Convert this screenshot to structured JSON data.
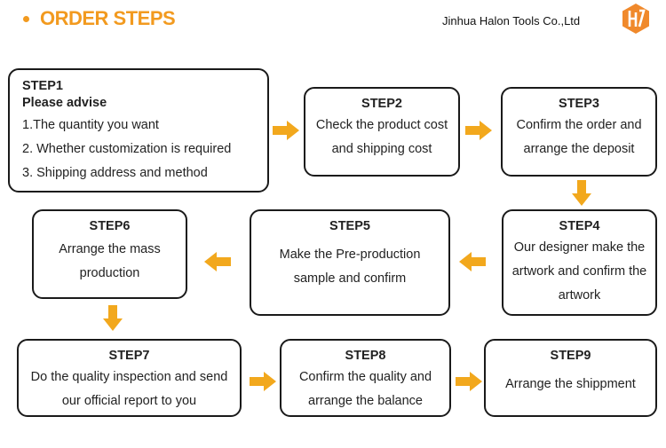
{
  "header": {
    "title": "ORDER STEPS",
    "company": "Jinhua Halon Tools Co.,Ltd",
    "accent_color": "#f29a1f"
  },
  "steps": [
    {
      "label": "STEP1",
      "heading": "Please advise",
      "lines": [
        "1.The quantity you want",
        "2. Whether customization is required",
        "3. Shipping address and method"
      ]
    },
    {
      "label": "STEP2",
      "lines": [
        "Check the product cost",
        "and shipping cost"
      ]
    },
    {
      "label": "STEP3",
      "lines": [
        "Confirm the order and",
        "arrange the deposit"
      ]
    },
    {
      "label": "STEP4",
      "lines": [
        "Our designer make the",
        "artwork and confirm the",
        "artwork"
      ]
    },
    {
      "label": "STEP5",
      "lines": [
        "Make the Pre-production",
        "sample and confirm"
      ]
    },
    {
      "label": "STEP6",
      "lines": [
        "Arrange the mass",
        "production"
      ]
    },
    {
      "label": "STEP7",
      "lines": [
        "Do the quality inspection and send",
        "our official report to you"
      ]
    },
    {
      "label": "STEP8",
      "lines": [
        "Confirm the quality and",
        "arrange the balance"
      ]
    },
    {
      "label": "STEP9",
      "lines": [
        "Arrange the shippment"
      ]
    }
  ],
  "arrow_color": "#f2a81d"
}
